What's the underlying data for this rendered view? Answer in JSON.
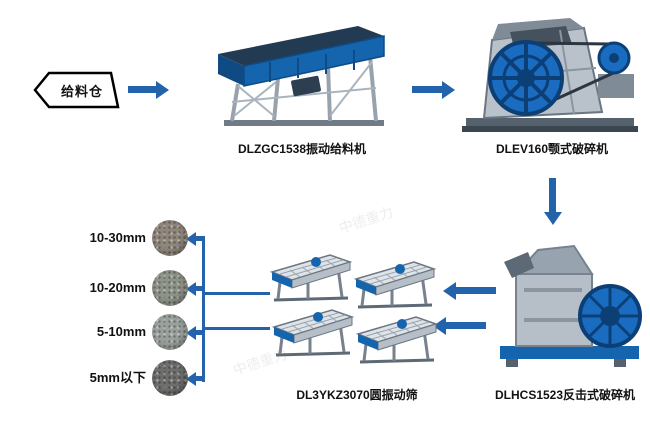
{
  "diagram": {
    "feed_bin": "给料仓",
    "stages": {
      "feeder": "DLZGC1538振动给料机",
      "jaw_crusher": "DLEV160颚式破碎机",
      "impact_crusher": "DLHCS1523反击式破碎机",
      "vibrating_screen": "DL3YKZ3070圆振动筛"
    },
    "products": [
      {
        "label": "10-30mm",
        "color": "#8f867c"
      },
      {
        "label": "10-20mm",
        "color": "#8e9388"
      },
      {
        "label": "5-10mm",
        "color": "#9aa19c"
      },
      {
        "label": "5mm以下",
        "color": "#6e6e6c"
      }
    ],
    "watermark": "中德重力"
  },
  "colors": {
    "arrow": "#2263ab",
    "machine_blue": "#1465ae",
    "machine_steel": "#b6bfc8",
    "outline": "#000000",
    "background": "#ffffff"
  }
}
